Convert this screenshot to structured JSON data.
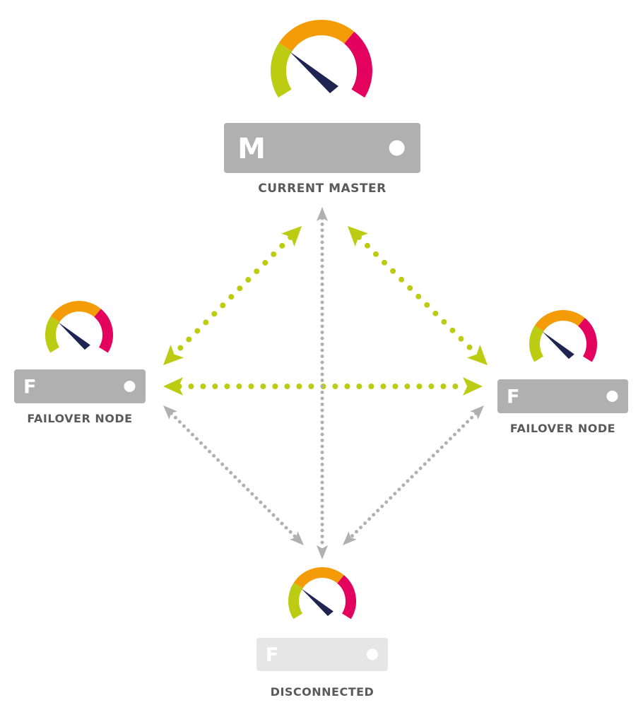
{
  "colors": {
    "gauge_green": "#bccc12",
    "gauge_orange": "#f39c07",
    "gauge_pink": "#e3035f",
    "needle": "#1e2553",
    "server_active": "#b0b0b0",
    "server_disconnected": "#e6e6e7",
    "server_light": "#ffffff",
    "link_active": "#bccc12",
    "link_inactive": "#b0b0b0",
    "label": "#5a5a5a"
  },
  "nodes": [
    {
      "id": "master",
      "letter": "M",
      "label": "CURRENT MASTER",
      "status": "active",
      "role": "master"
    },
    {
      "id": "failover-left",
      "letter": "F",
      "label": "FAILOVER NODE",
      "status": "active",
      "role": "failover"
    },
    {
      "id": "failover-right",
      "letter": "F",
      "label": "FAILOVER NODE",
      "status": "active",
      "role": "failover"
    },
    {
      "id": "disconnected",
      "letter": "F",
      "label": "DISCONNECTED",
      "status": "disconnected",
      "role": "failover"
    }
  ],
  "links": [
    {
      "from": "master",
      "to": "failover-left",
      "style": "active",
      "direction": "bidirectional"
    },
    {
      "from": "master",
      "to": "failover-right",
      "style": "active",
      "direction": "bidirectional"
    },
    {
      "from": "failover-left",
      "to": "failover-right",
      "style": "active",
      "direction": "bidirectional"
    },
    {
      "from": "master",
      "to": "disconnected",
      "style": "inactive",
      "direction": "bidirectional"
    },
    {
      "from": "failover-left",
      "to": "disconnected",
      "style": "inactive",
      "direction": "bidirectional"
    },
    {
      "from": "failover-right",
      "to": "disconnected",
      "style": "inactive",
      "direction": "bidirectional"
    }
  ]
}
